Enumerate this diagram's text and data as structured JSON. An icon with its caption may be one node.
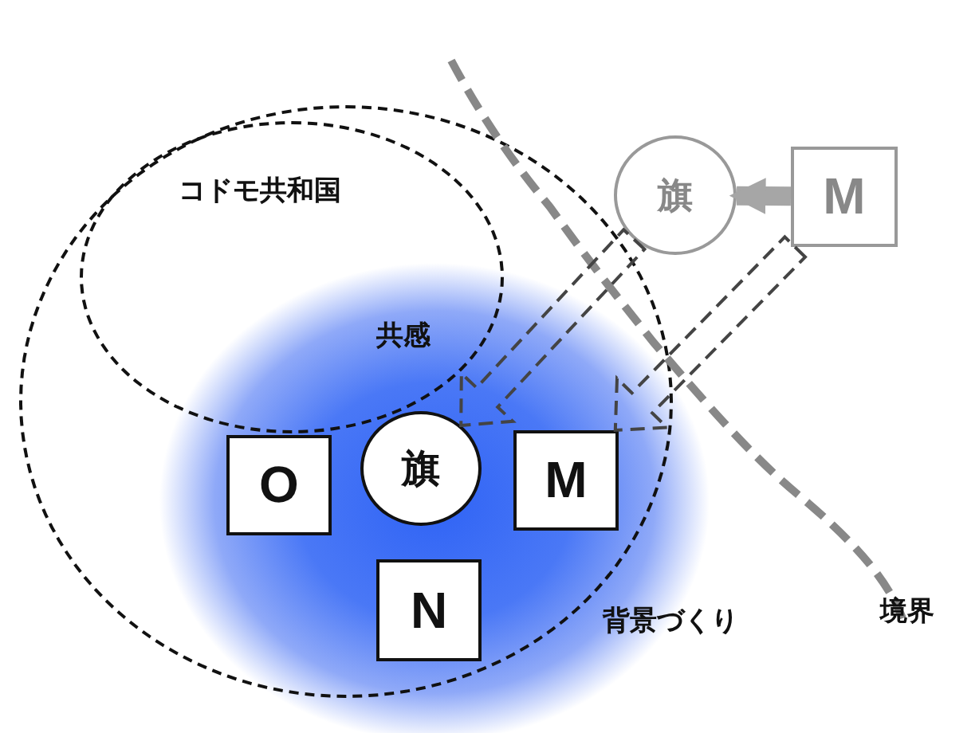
{
  "diagram": {
    "nodes": [
      {
        "text": [],
        "shape": "circle"
      },
      {
        "text": [
          "コドモ共和国"
        ],
        "in": 0
      },
      {
        "text": [
          "背景づくり"
        ]
      },
      {
        "text": [
          "O"
        ],
        "in": 2
      },
      {
        "text": [
          "旗"
        ],
        "in": 2
      },
      {
        "text": [
          "M"
        ],
        "in": 2
      },
      {
        "text": [
          "N"
        ],
        "in": 2
      },
      {
        "text": [
          "旗"
        ]
      },
      {
        "text": [
          "M"
        ]
      }
    ],
    "edges": [
      {
        "from": 8,
        "to": 7,
        "arrow": "to",
        "color": "#a6a6a6"
      },
      {
        "from": 7,
        "to": 4,
        "arrow": "to",
        "style": "dashed"
      },
      {
        "from": 8,
        "to": 5,
        "arrow": "to",
        "style": "dashed"
      }
    ],
    "labels": [
      "共感",
      "境界"
    ]
  }
}
